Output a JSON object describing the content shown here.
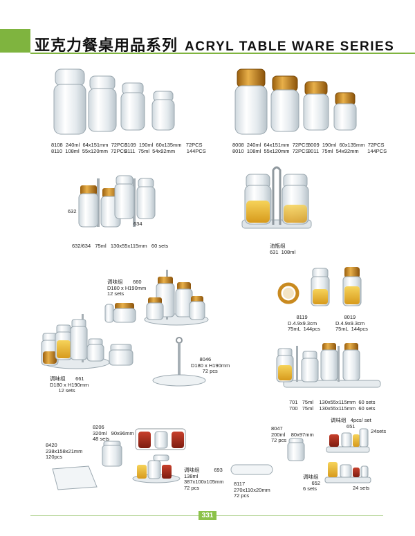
{
  "header": {
    "title_cn": "亚克力餐桌用品系列",
    "title_en": "ACRYL TABLE WARE SERIES"
  },
  "colors": {
    "accent": "#7fb43f",
    "gold": "#c98a1f",
    "clear": "#e9eef2"
  },
  "labels": {
    "l8108": "8108  240ml  64x151mm  72PCS\n8110  108ml  55x120mm  72PCS",
    "l8109": "8109  190ml  60x135mm   72PCS\n8111  75ml  54x92mm        144PCS",
    "l8008": "8008  240ml  64x151mm  72PCS\n8010  108ml  55x120mm  72PCS",
    "l8009": "8009  190ml  60x135mm  72PCS\n8011  75ml  54x92mm      144PCS",
    "l632": "632",
    "l634": "634",
    "l632_634": "632/634   75ml   130x55x115mm   60 sets",
    "l631": "油瓶组\n631  108ml",
    "l660": "调味组       660\nD180 x H190mm\n12 sets",
    "l8119": "      8119\nD.4.9x9.3cm\n75mL  144pcs",
    "l8019": "      8019\nD.4.9x9.3cm\n75mL  144pcs",
    "l661": "调味组       661\nD180 x H190mm\n      12 sets",
    "l8046": "      8046\nD180 x H190mm\n        72 pcs",
    "l701": "701   75ml    130x55x115mm  60 sets\n700   75ml    130x55x115mm  60 sets",
    "l8206": "8206\n320ml   90x96mm\n48 sets",
    "l8420": "8420\n238x158x21mm\n120pcs",
    "l693": "调味组          693\n138ml\n387x100x105mm\n72 pcs",
    "l8117": "8117\n270x110x20mm\n72 pcs",
    "l8047": "8047\n200ml    80x97mm\n72 pcs",
    "l651": "调味组   4pcs/ set\n           651",
    "l24a": "24sets",
    "l652": "调味组\n      652\n6 sets",
    "l24b": "24 sets"
  },
  "footer": {
    "page_number": "331"
  }
}
